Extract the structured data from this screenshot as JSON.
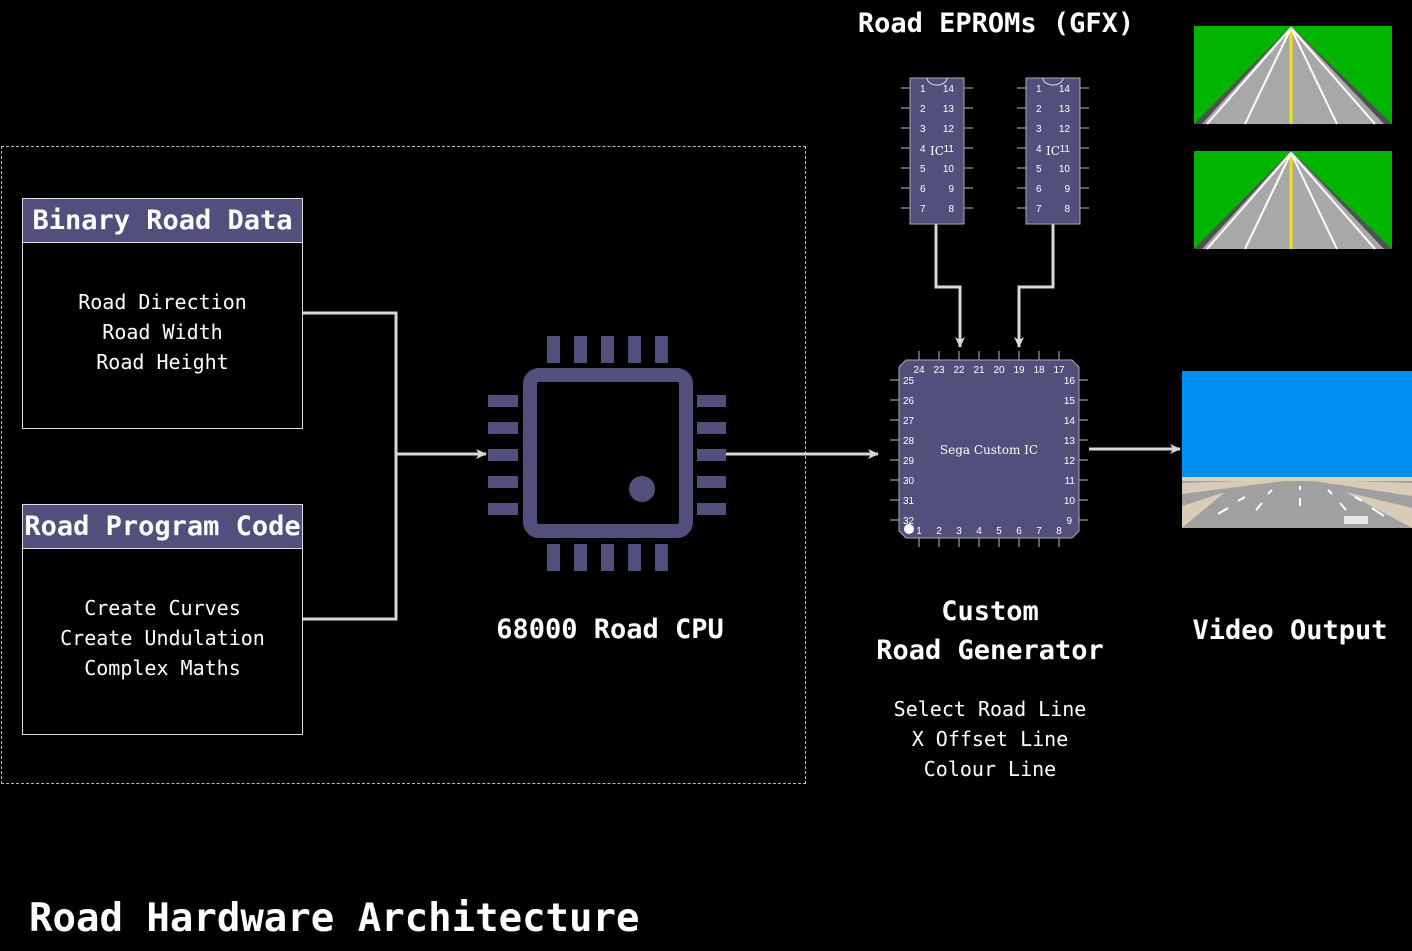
{
  "colors": {
    "chip": "#534f7c",
    "connector": "#d8d8d8",
    "sky": "#0090f0",
    "grass": "#00b400",
    "road": "#a8a8a8",
    "centerline": "#f0e010"
  },
  "binary_road_data": {
    "title": "Binary Road Data",
    "lines": [
      "Road Direction",
      "Road Width",
      "Road Height"
    ]
  },
  "road_program_code": {
    "title": "Road Program Code",
    "lines": [
      "Create Curves",
      "Create Undulation",
      "Complex Maths"
    ]
  },
  "cpu": {
    "icon": "cpu-chip-icon",
    "label": "68000 Road CPU"
  },
  "eproms": {
    "title": "Road EPROMs (GFX)",
    "chip_label": "IC",
    "left_pins": [
      "1",
      "2",
      "3",
      "4",
      "5",
      "6",
      "7"
    ],
    "right_pins": [
      "14",
      "13",
      "12",
      "11",
      "10",
      "9",
      "8"
    ]
  },
  "custom_ic": {
    "label": "Sega Custom IC",
    "top_pins": [
      "24",
      "23",
      "22",
      "21",
      "20",
      "19",
      "18",
      "17"
    ],
    "left_pins": [
      "25",
      "26",
      "27",
      "28",
      "29",
      "30",
      "31",
      "32"
    ],
    "right_pins": [
      "16",
      "15",
      "14",
      "13",
      "12",
      "11",
      "10",
      "9"
    ],
    "bottom_pins": [
      "1",
      "2",
      "3",
      "4",
      "5",
      "6",
      "7",
      "8"
    ]
  },
  "road_generator": {
    "title_line1": "Custom",
    "title_line2": "Road Generator",
    "lines": [
      "Select Road Line",
      "X Offset Line",
      "Colour Line"
    ]
  },
  "video_output": {
    "label": "Video Output"
  },
  "footer_title": "Road Hardware Architecture"
}
